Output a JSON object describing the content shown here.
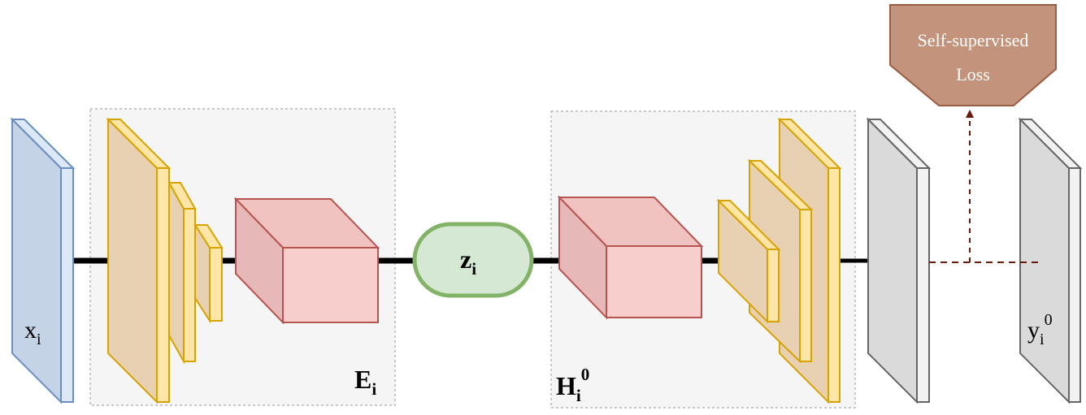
{
  "labels": {
    "x_main": "x",
    "x_sub": "i",
    "z_main": "z",
    "z_sub": "i",
    "e_main": "E",
    "e_sub": "i",
    "h_main": "H",
    "h_sub": "i",
    "h_sup": "0",
    "y_main": "y",
    "y_sub": "i",
    "y_sup": "0"
  },
  "loss": {
    "line1": "Self-supervised",
    "line2": "Loss"
  },
  "colors": {
    "input_fill": "#c5d3e6",
    "input_stroke": "#6c8ebf",
    "conv_fill": "#e8d1b3",
    "conv_stroke": "#d6a300",
    "conv_side": "#ffe6a6",
    "box_fill": "#f8cecc",
    "box_front": "#f7cbc9",
    "box_stroke": "#b85450",
    "latent_fill": "#d5e8d4",
    "latent_stroke": "#82b366",
    "output_fill": "#dadada",
    "output_stroke": "#666666",
    "region_fill": "#f5f5f5",
    "region_stroke": "#c8c8c8",
    "loss_fill": "#c4937b",
    "loss_stroke": "#9a5d44",
    "dashed": "#6b1a0a"
  }
}
